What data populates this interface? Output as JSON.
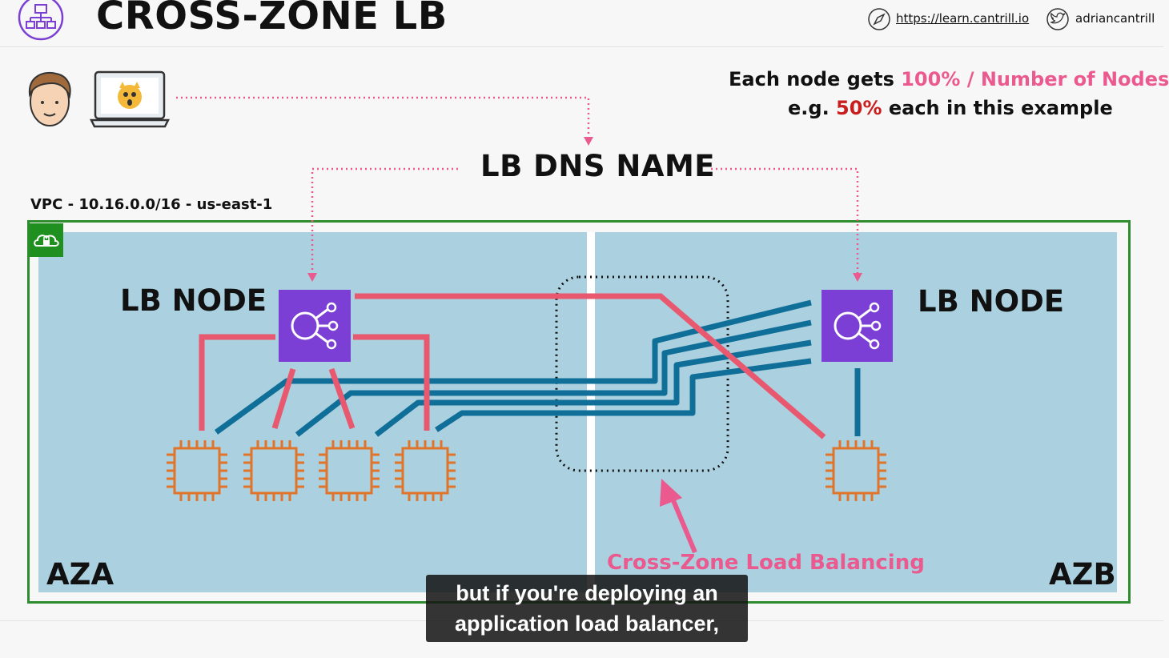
{
  "header": {
    "title": "CROSS-ZONE LB",
    "link": "https://learn.cantrill.io",
    "twitter": "adriancantrill"
  },
  "note": {
    "line1_prefix": "Each node gets ",
    "line1_highlight": "100% / Number of Nodes",
    "line2_prefix": "e.g. ",
    "line2_highlight": "50%",
    "line2_suffix": " each in this example"
  },
  "diagram": {
    "dns_name": "LB DNS NAME",
    "vpc_label": "VPC - 10.16.0.0/16 - us-east-1",
    "lb_node_left": "LB NODE",
    "lb_node_right": "LB NODE",
    "az_a": "AZA",
    "az_b": "AZB",
    "cross_zone_label": "Cross-Zone Load Balancing"
  },
  "caption": {
    "line1": "but if you're deploying an",
    "line2": "application load balancer,"
  },
  "colors": {
    "pink": "#ea5a8e",
    "red": "#c81e1e",
    "teal": "#0f6f98",
    "purple": "#7b3fd6",
    "orange": "#e0742a",
    "green": "#2e8b2e"
  },
  "icons": [
    "architecture-icon",
    "user-avatar-icon",
    "laptop-icon",
    "compass-icon",
    "twitter-icon",
    "vpc-lock-icon",
    "load-balancer-icon",
    "ec2-instance-icon",
    "arrow-icon"
  ]
}
